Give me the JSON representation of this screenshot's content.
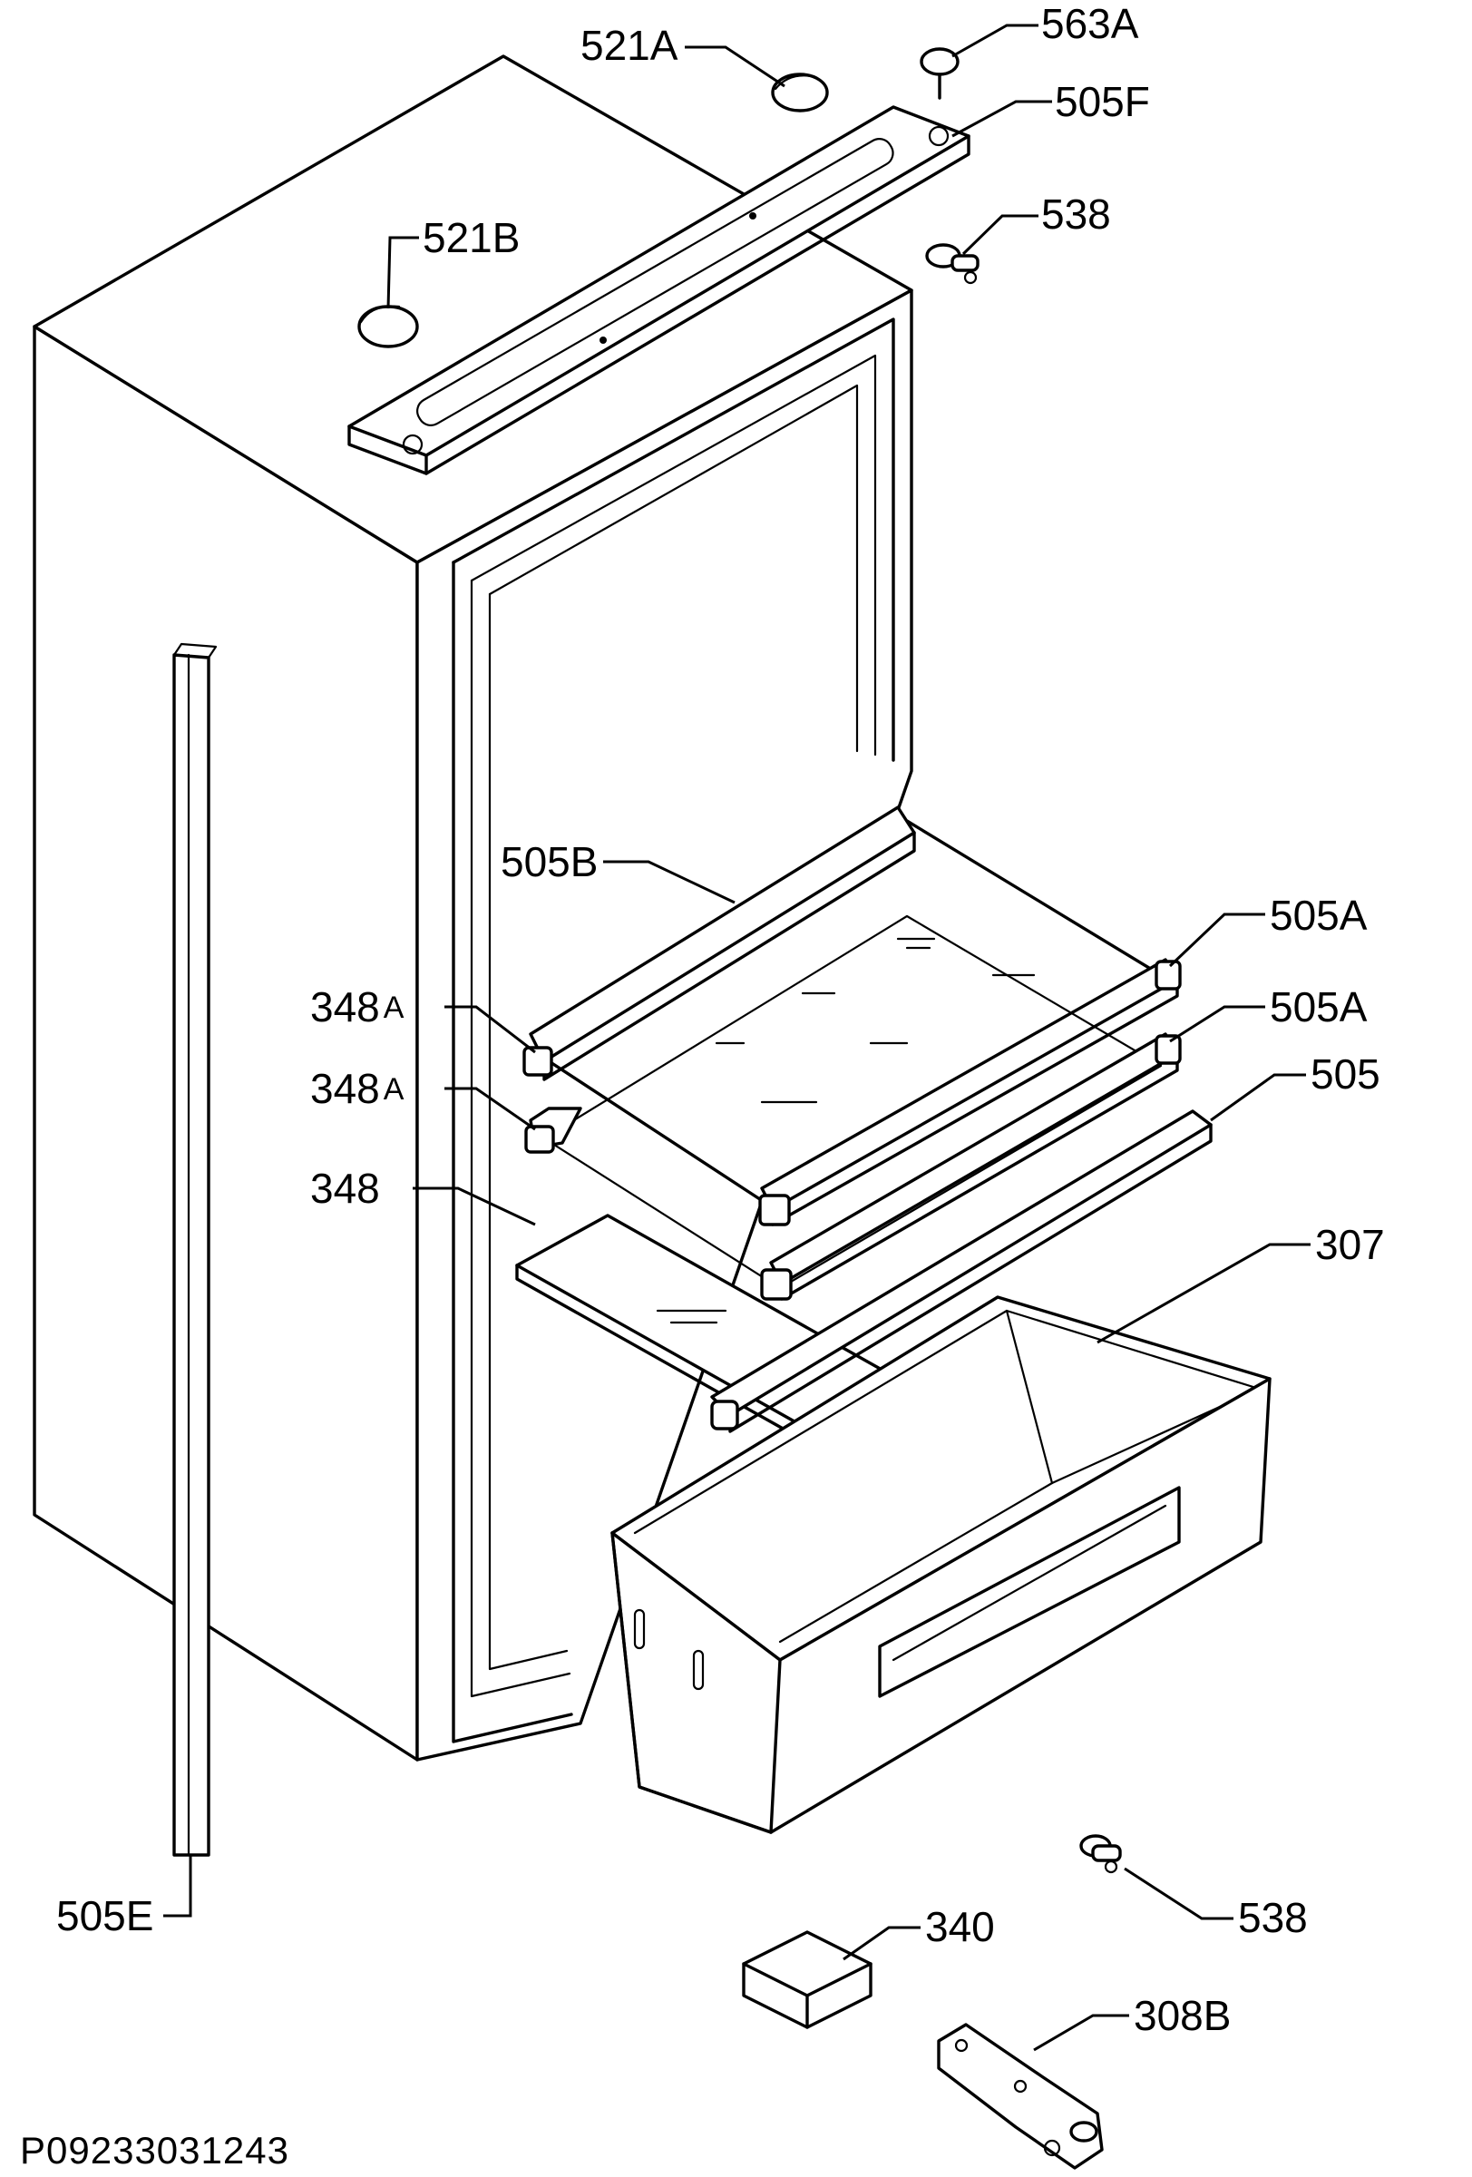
{
  "drawing_code": "P09233031243",
  "labels": {
    "l521A": "521A",
    "l563A": "563A",
    "l505F": "505F",
    "l538_top": "538",
    "l521B": "521B",
    "l505B": "505B",
    "l505A_1": "505A",
    "l505A_2": "505A",
    "l348A_1_num": "348",
    "l348A_1_suf": "A",
    "l348A_2_num": "348",
    "l348A_2_suf": "A",
    "l348": "348",
    "l505": "505",
    "l307": "307",
    "l505E": "505E",
    "l538_bottom": "538",
    "l340": "340",
    "l308B": "308B"
  }
}
